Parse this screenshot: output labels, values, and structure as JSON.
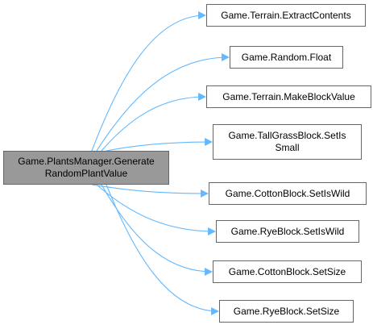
{
  "graph": {
    "edge_color": "#63b8ff",
    "source": {
      "lines": [
        "Game.PlantsManager.Generate",
        "RandomPlantValue"
      ],
      "fill": "#999999"
    },
    "targets": [
      {
        "lines": [
          "Game.Terrain.ExtractContents"
        ]
      },
      {
        "lines": [
          "Game.Random.Float"
        ]
      },
      {
        "lines": [
          "Game.Terrain.MakeBlockValue"
        ]
      },
      {
        "lines": [
          "Game.TallGrassBlock.SetIs",
          "Small"
        ]
      },
      {
        "lines": [
          "Game.CottonBlock.SetIsWild"
        ]
      },
      {
        "lines": [
          "Game.RyeBlock.SetIsWild"
        ]
      },
      {
        "lines": [
          "Game.CottonBlock.SetSize"
        ]
      },
      {
        "lines": [
          "Game.RyeBlock.SetSize"
        ]
      }
    ]
  }
}
